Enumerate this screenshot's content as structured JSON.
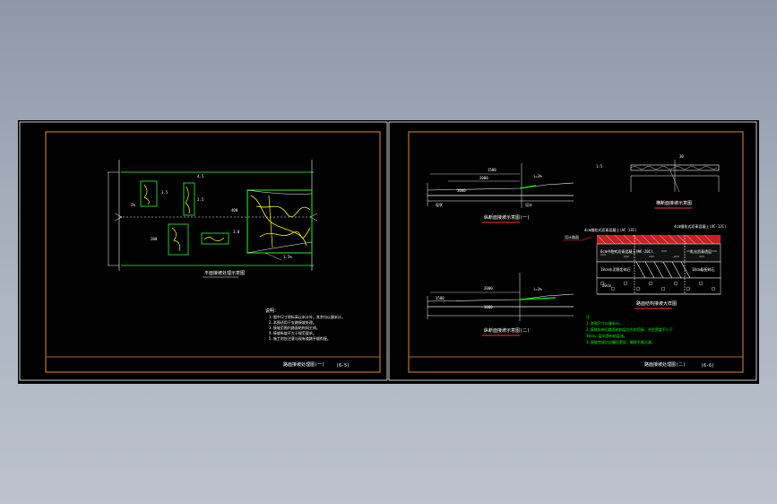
{
  "sheets": [
    {
      "drawing_title": "路面接坡处理图(一)",
      "sheet_no": "(6-5)",
      "plan_title": "平面接坡处理示意图",
      "notes_heading": "说明：",
      "notes": [
        "1.图中尺寸除标高以米计外，其余均以厘米计。",
        "2.本图适用于支路接坡处理。",
        "3.接坡范围内路面结构同主线。",
        "4.接坡纵坡不大于规范要求。",
        "5.施工时应注意与现有道路平顺衔接。"
      ],
      "dims": [
        "2%",
        "3.5",
        "4.5",
        "2.5",
        "200",
        "3.0",
        "400",
        "1.5%"
      ]
    },
    {
      "drawing_title": "路面接坡处理图(二)",
      "sheet_no": "(6-6)",
      "section_a_title": "纵断面接坡示意图(一)",
      "section_b_title": "纵断面接坡示意图(二)",
      "section_c_title": "横断面接坡示意图",
      "structure_title": "路面结构接坡大样图",
      "dims": [
        "1500",
        "2000",
        "i=3%",
        "3000",
        "现状",
        "设计",
        "1:5",
        "30"
      ],
      "layer_labels": [
        "4cm细粒式沥青混凝土(AC-13C)",
        "6cm中粒式沥青混凝土(AC-20C)",
        "乳化沥青透层",
        "18cm水泥稳定碎石",
        "18cm级配碎石",
        "20cm"
      ],
      "structure_top_label": "设计路面",
      "notes_heading": "注：",
      "notes": [
        "1.本图尺寸以厘米计。",
        "2.接坡处新旧路面结构层应台阶搭接，台阶宽度不小于",
        "30cm，层间洒布粘层油。",
        "3.接坡完成后应碾压密实，确保平顺过渡。"
      ]
    }
  ]
}
